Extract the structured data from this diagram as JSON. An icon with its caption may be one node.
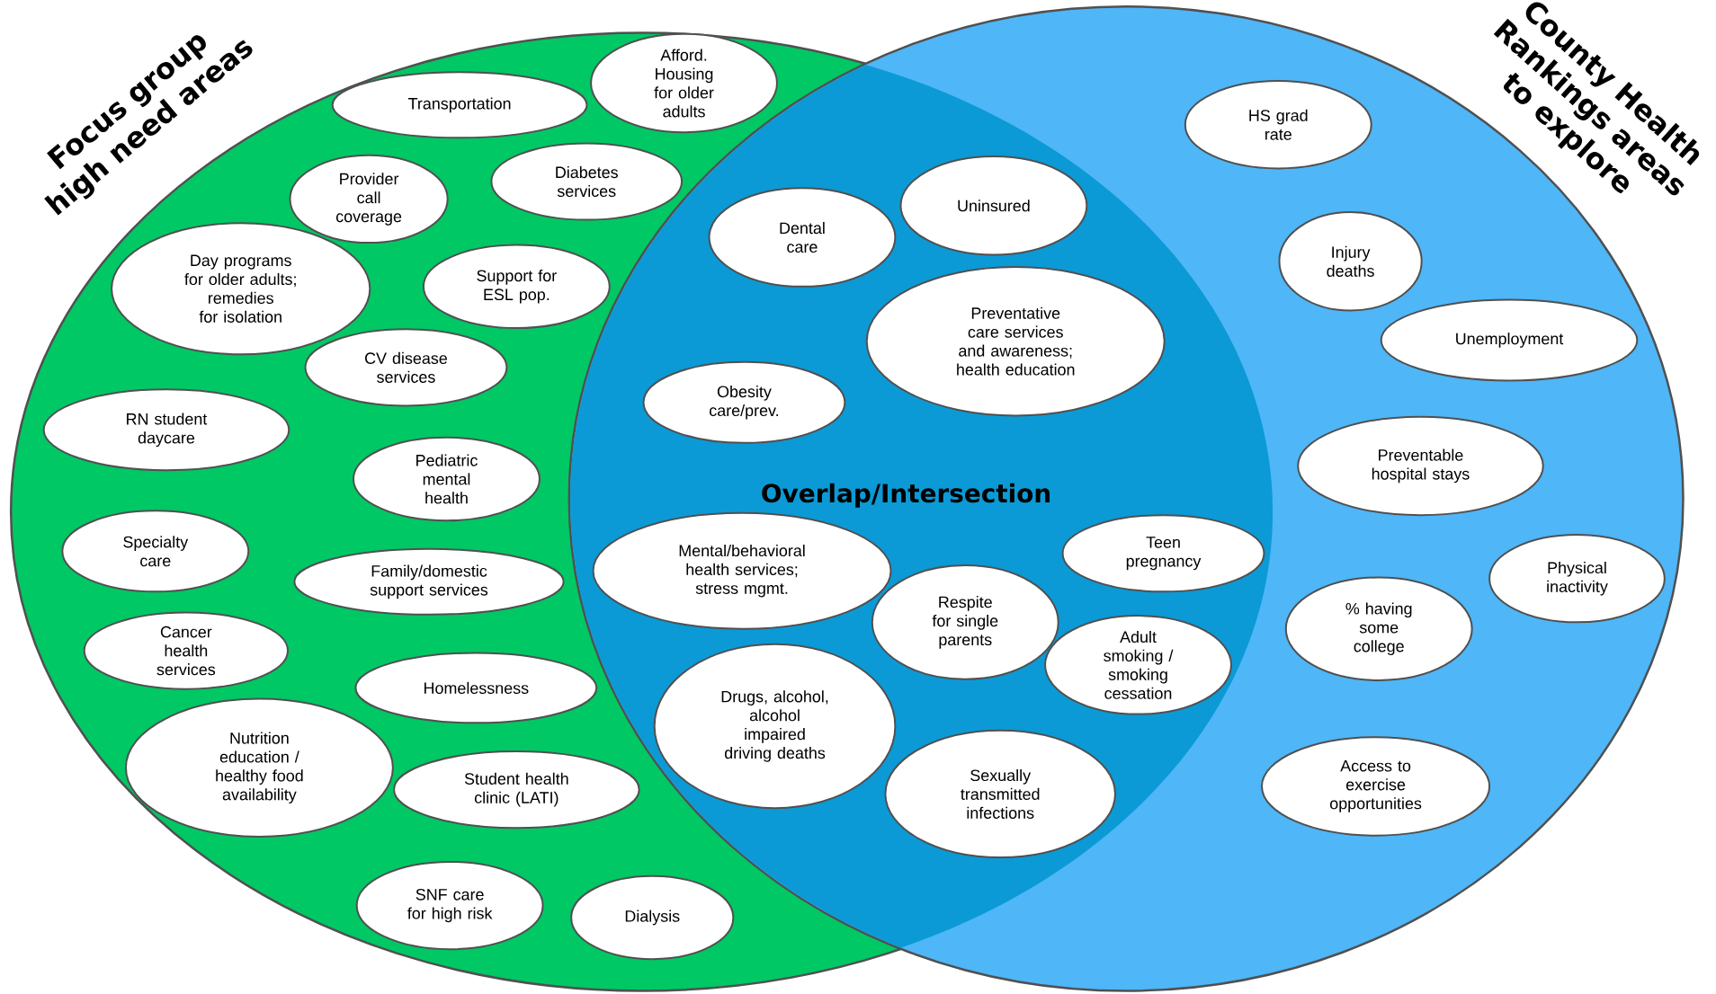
{
  "diagram": {
    "nodes": [
      {
        "text": [
          "Focus group high need areas"
        ]
      },
      {
        "text": [
          "County Health Rankings areas to explore"
        ]
      },
      {
        "text": [
          "Transportation"
        ],
        "in": 0
      },
      {
        "text": [
          "Afford. Housing for older adults"
        ],
        "in": 0
      },
      {
        "text": [
          "Provider call coverage"
        ],
        "in": 0
      },
      {
        "text": [
          "Diabetes services"
        ],
        "in": 0
      },
      {
        "text": [
          "Day programs for older adults; remedies for isolation"
        ],
        "in": 0
      },
      {
        "text": [
          "Support for ESL pop."
        ],
        "in": 0
      },
      {
        "text": [
          "CV disease services"
        ],
        "in": 0
      },
      {
        "text": [
          "RN student daycare"
        ],
        "in": 0
      },
      {
        "text": [
          "Pediatric mental health"
        ],
        "in": 0
      },
      {
        "text": [
          "Specialty care"
        ],
        "in": 0
      },
      {
        "text": [
          "Family/domestic support services"
        ],
        "in": 0
      },
      {
        "text": [
          "Cancer health services"
        ],
        "in": 0
      },
      {
        "text": [
          "Homelessness"
        ],
        "in": 0
      },
      {
        "text": [
          "Nutrition education / healthy food availability"
        ],
        "in": 0
      },
      {
        "text": [
          "Student health clinic (LATI)"
        ],
        "in": 0
      },
      {
        "text": [
          "SNF care for high risk"
        ],
        "in": 0
      },
      {
        "text": [
          "Dialysis"
        ],
        "in": 0
      },
      {
        "text": [
          "Dental care"
        ]
      },
      {
        "text": [
          "Uninsured"
        ]
      },
      {
        "text": [
          "Preventative care services and awareness; health education"
        ]
      },
      {
        "text": [
          "Obesity care/prev."
        ]
      },
      {
        "text": [
          "Mental/behavioral health services; stress mgmt."
        ]
      },
      {
        "text": [
          "Teen pregnancy"
        ]
      },
      {
        "text": [
          "Respite for single parents"
        ]
      },
      {
        "text": [
          "Adult smoking / smoking cessation"
        ]
      },
      {
        "text": [
          "Drugs, alcohol, alcohol impaired driving deaths"
        ]
      },
      {
        "text": [
          "Sexually transmitted infections"
        ]
      },
      {
        "text": [
          "HS grad rate"
        ],
        "in": 1
      },
      {
        "text": [
          "Injury deaths"
        ],
        "in": 1
      },
      {
        "text": [
          "Unemployment"
        ],
        "in": 1
      },
      {
        "text": [
          "Preventable hospital stays"
        ],
        "in": 1
      },
      {
        "text": [
          "Physical inactivity"
        ],
        "in": 1
      },
      {
        "text": [
          "% having some college"
        ],
        "in": 1
      },
      {
        "text": [
          "Access to exercise opportunities"
        ],
        "in": 1
      }
    ],
    "labels": [
      "Overlap/Intersection"
    ]
  }
}
